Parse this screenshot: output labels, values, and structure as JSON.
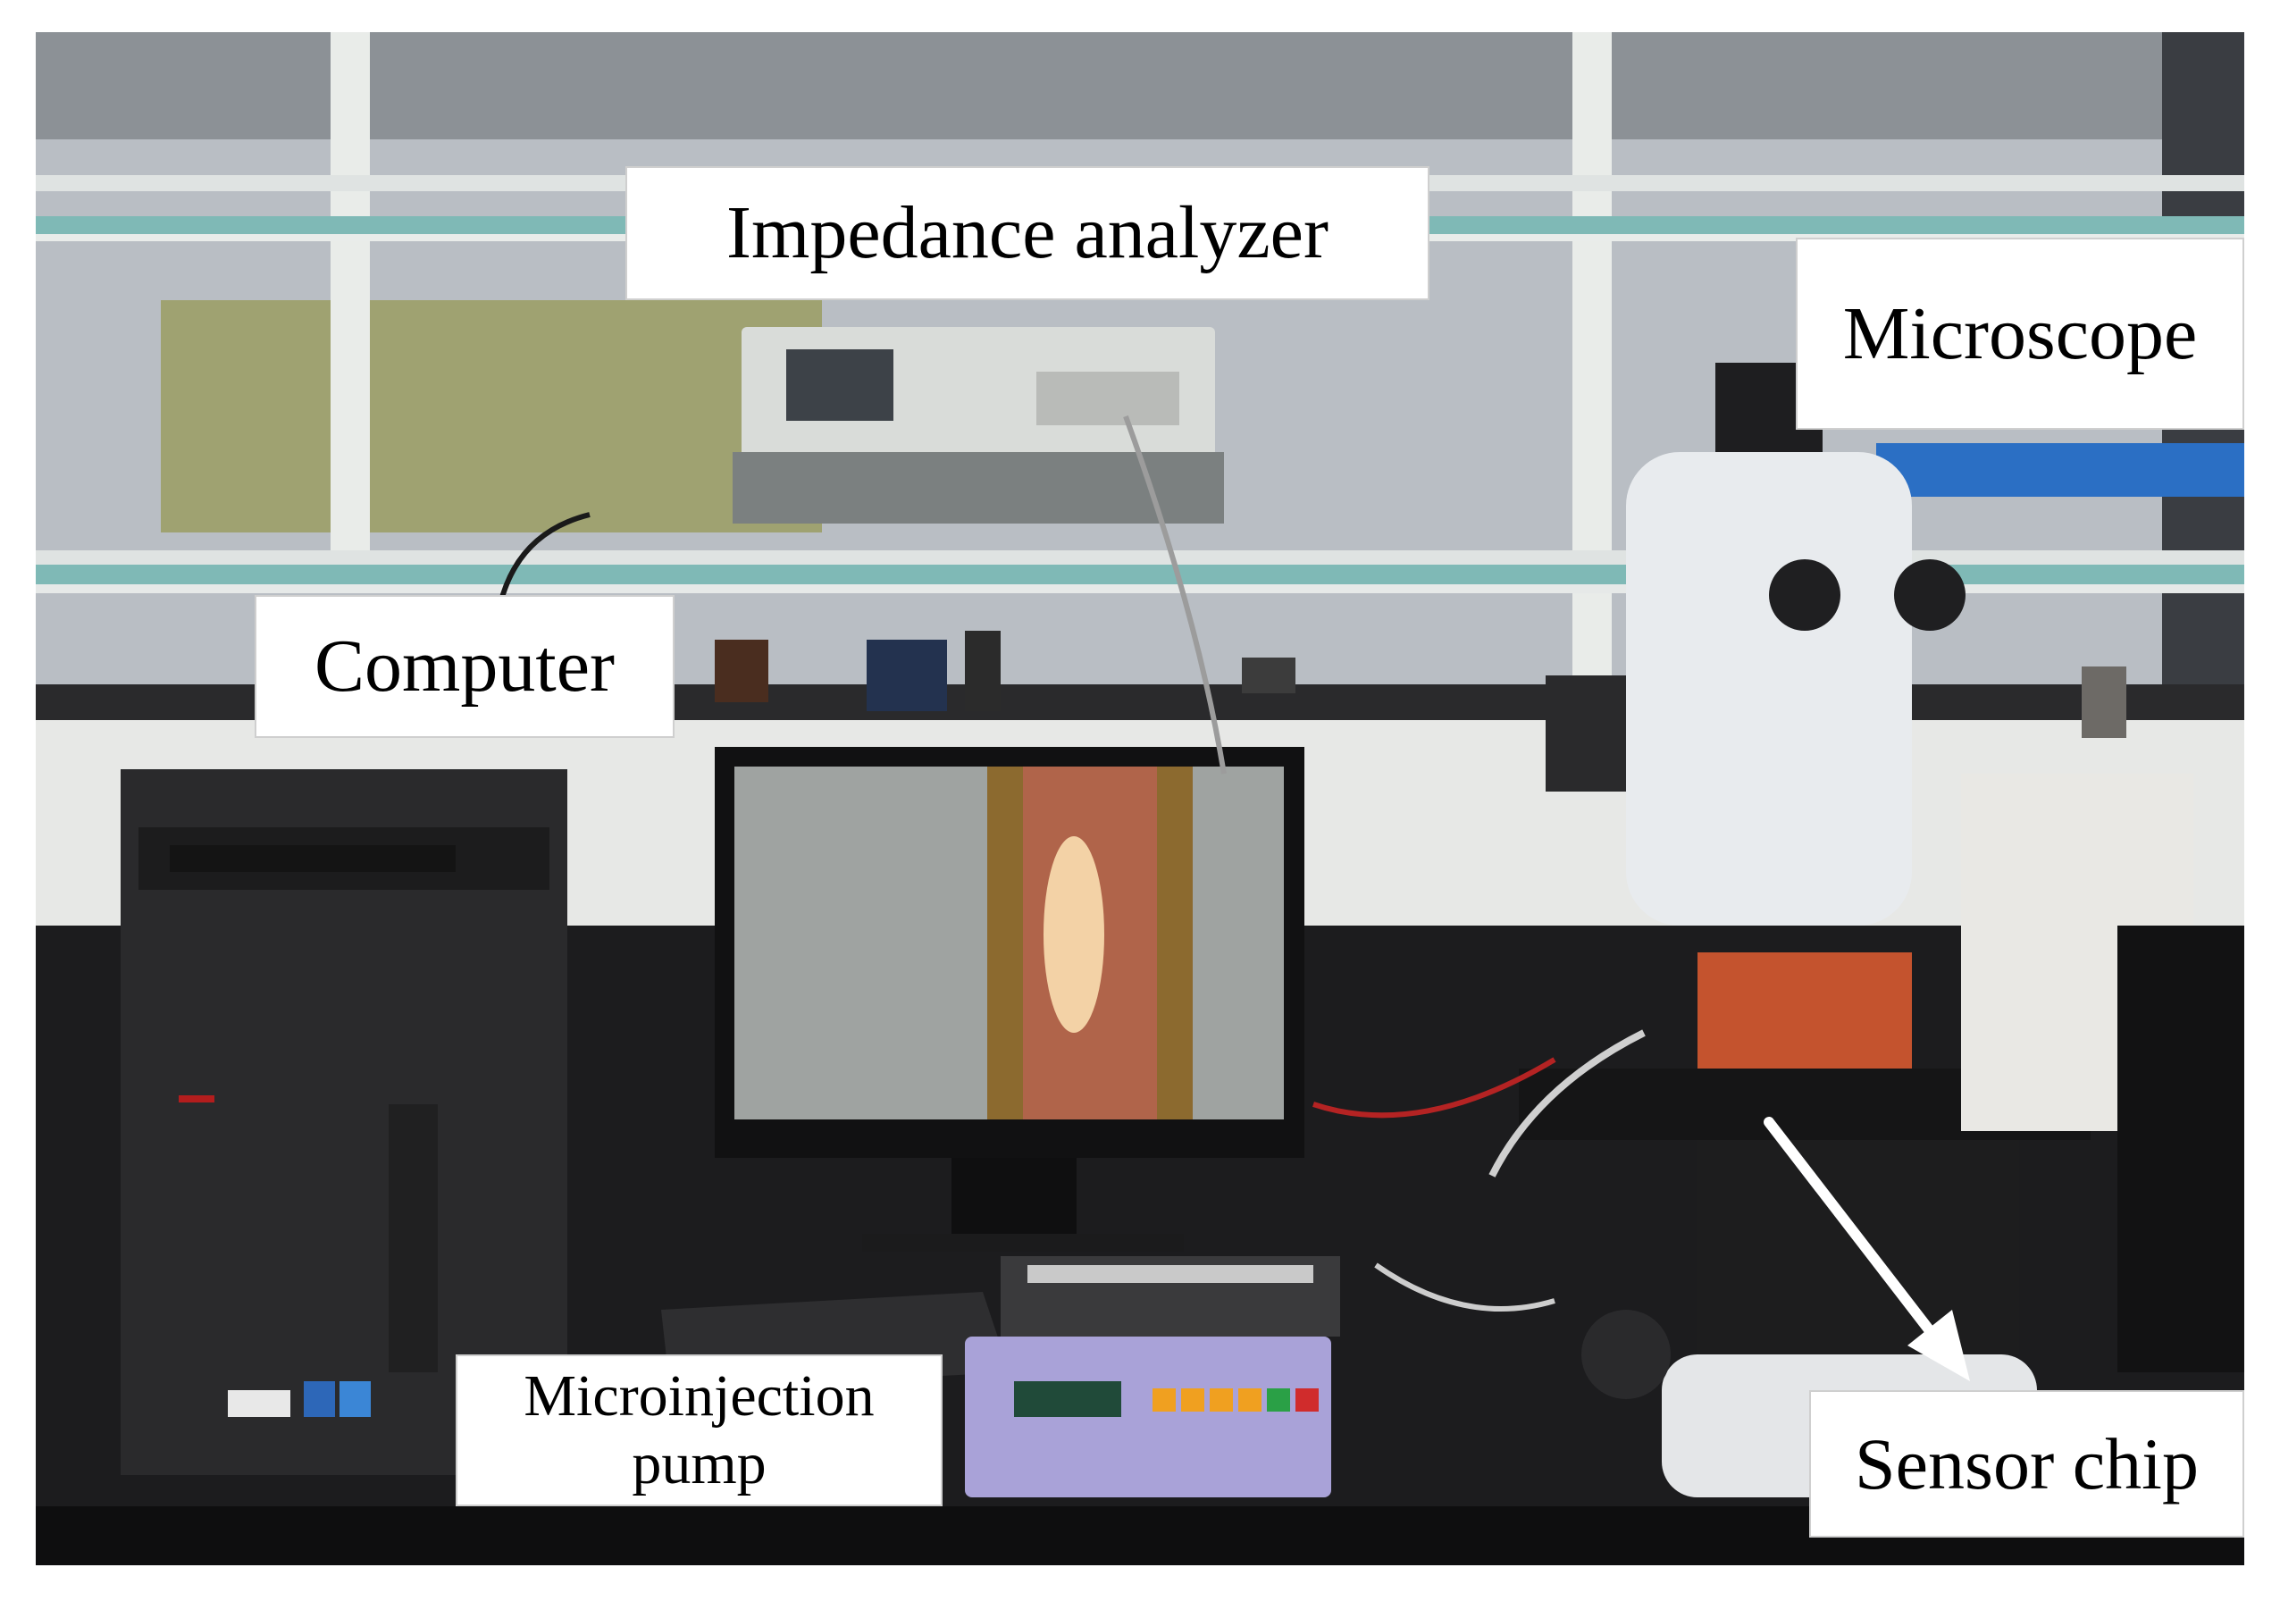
{
  "figure": {
    "labels": {
      "impedance_analyzer": "Impedance analyzer",
      "microscope": "Microscope",
      "computer": "Computer",
      "microinjection_pump_line1": "Microinjection",
      "microinjection_pump_line2": "pump",
      "sensor_chip": "Sensor chip"
    },
    "colors": {
      "background_wall": "#b9bec4",
      "bench_top": "#1c1c1e",
      "shelf_glass": "#7fb9b6",
      "computer_case": "#2a2a2c",
      "monitor_screen": "#9fa3a1",
      "pump_body": "#a9a2d8",
      "microscope_body": "#e8ebee",
      "stage_orange": "#c4532e",
      "arrow": "#ffffff"
    }
  }
}
